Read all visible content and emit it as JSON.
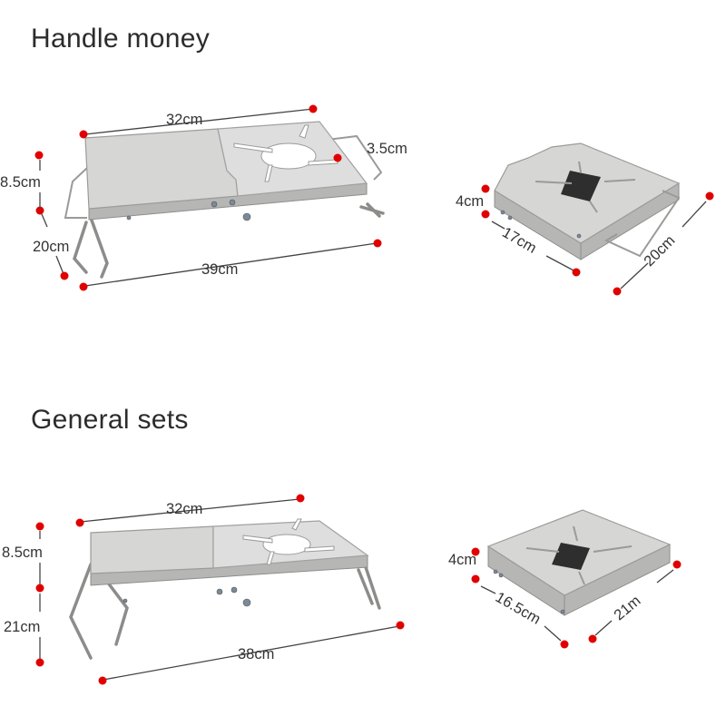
{
  "sections": {
    "handle": {
      "title": "Handle money",
      "open": {
        "top": "32cm",
        "height": "8.5cm",
        "leg": "20cm",
        "length": "39cm",
        "handle": "3.5cm"
      },
      "folded": {
        "thickness": "4cm",
        "width": "17cm",
        "length": "20cm"
      }
    },
    "general": {
      "title": "General sets",
      "open": {
        "top": "32cm",
        "height": "8.5cm",
        "leg": "21cm",
        "length": "38cm"
      },
      "folded": {
        "thickness": "4cm",
        "width": "16.5cm",
        "length": "21m"
      }
    }
  },
  "colors": {
    "marker": "#e00000",
    "steel": "#d6d6d4",
    "text": "#333333"
  }
}
